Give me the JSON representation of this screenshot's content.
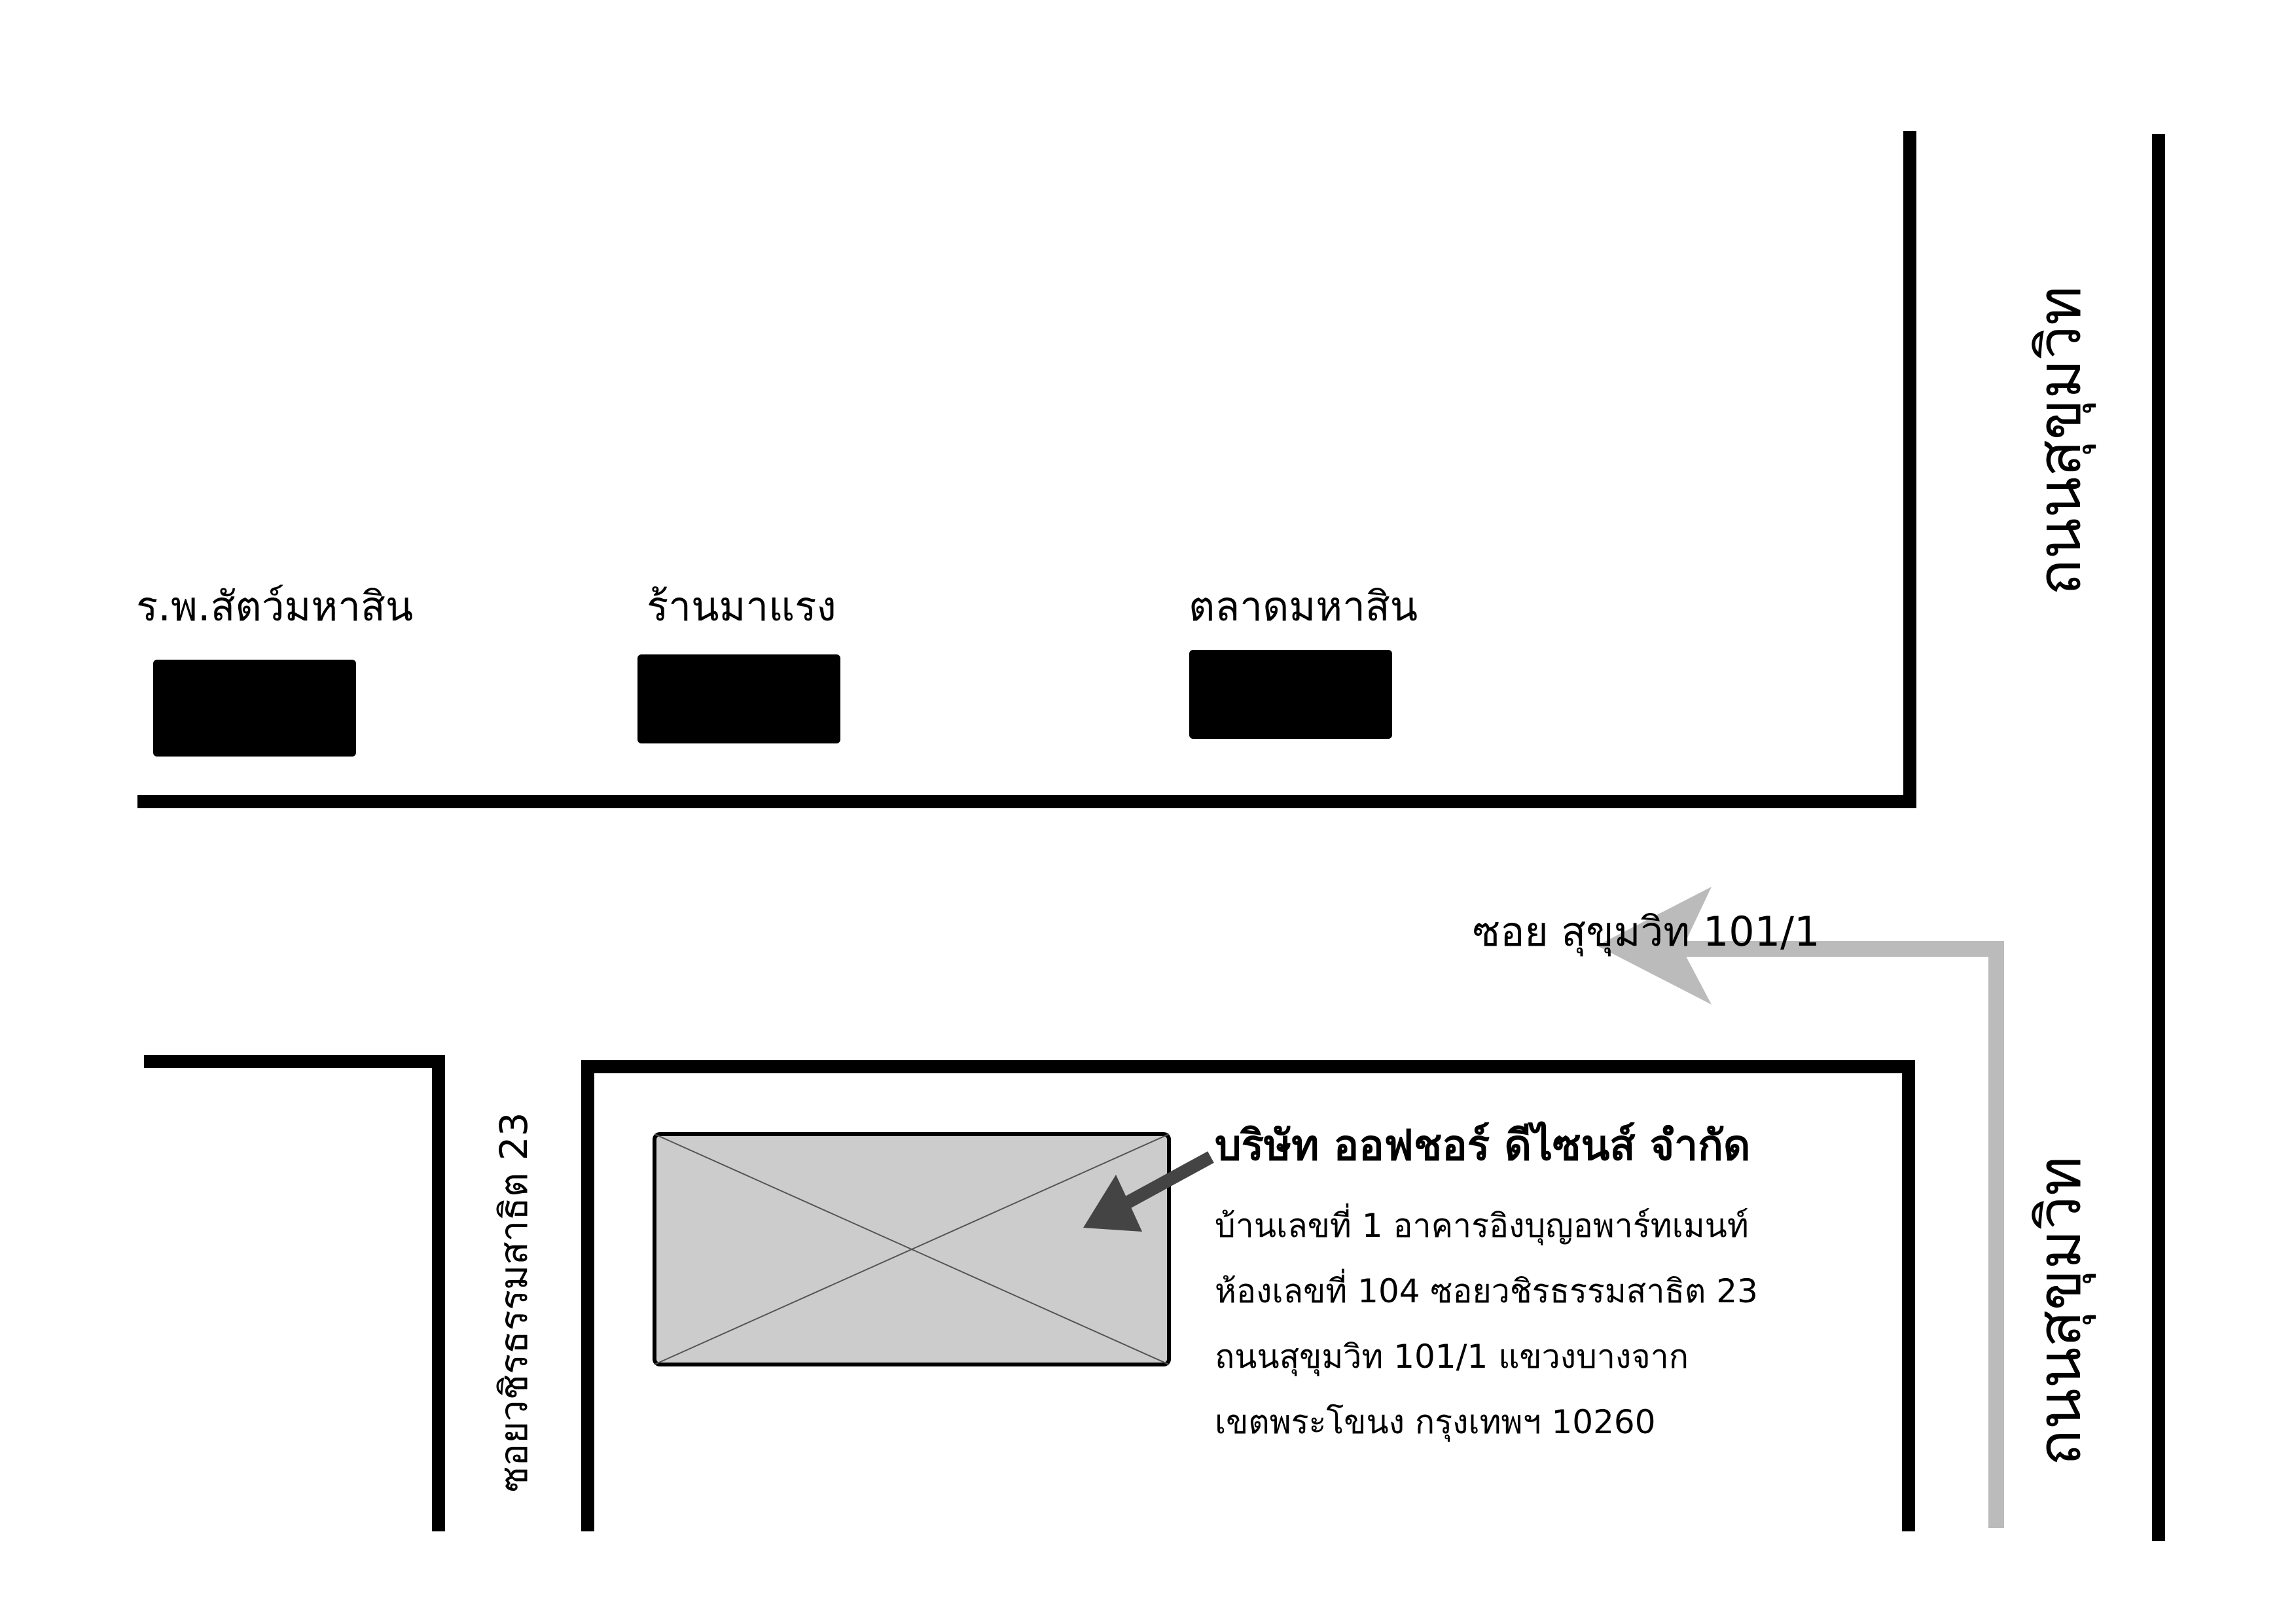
{
  "colors": {
    "road": "#000000",
    "building": "#000000",
    "route": "#bbbbbb",
    "office_fill": "#cccccc",
    "pointer": "#444444"
  },
  "landmarks": [
    {
      "label": "ร.พ.สัตว์มหาสิน"
    },
    {
      "label": "ร้านมาแรง"
    },
    {
      "label": "ตลาดมหาสิน"
    }
  ],
  "roads": {
    "main_road_upper": "ถนนสุขุมวิท",
    "main_road_lower": "ถนนสุขุมวิท",
    "side_soi": "ซอยวชิรธรรมสาธิต 23",
    "route_soi": "ซอย สุขุมวิท 101/1"
  },
  "office": {
    "name": "บริษัท ออฟชอร์ ดีไซนส์ จำกัด",
    "address_lines": [
      "บ้านเลขที่ 1 อาคารอิงบุญอพาร์ทเมนท์",
      "ห้องเลขที่ 104 ซอยวชิรธรรมสาธิต 23",
      "ถนนสุขุมวิท 101/1 แขวงบางจาก",
      "เขตพระโขนง กรุงเทพฯ 10260"
    ]
  }
}
